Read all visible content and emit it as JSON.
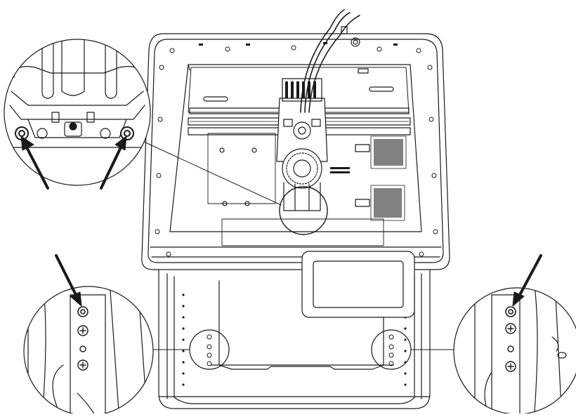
{
  "figure": {
    "subject": "3d-printer-top-view",
    "stroke_color": "#1a1a1a",
    "fill_color": "#ffffff",
    "callouts": [
      {
        "name": "callout-hotend-screws",
        "points_to": "hotend-base-screws",
        "screw_count": 2,
        "arrow_count": 2
      },
      {
        "name": "callout-left-front-screw",
        "points_to": "left-front-frame-screw",
        "screw_count": 1,
        "arrow_count": 1
      },
      {
        "name": "callout-right-front-screw",
        "points_to": "right-front-frame-screw",
        "screw_count": 1,
        "arrow_count": 1
      }
    ],
    "icons": [
      "arrow-icon",
      "screw-icon",
      "phillips-screw-icon"
    ]
  }
}
